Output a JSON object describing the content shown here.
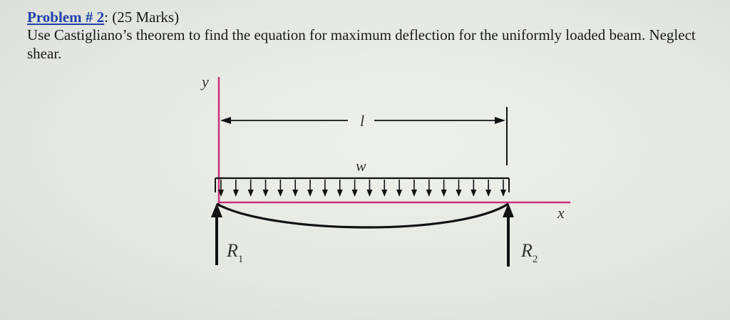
{
  "problem": {
    "label": "Problem # 2",
    "separator": ":",
    "marks": " (25 Marks)",
    "text": "Use Castigliano’s theorem to find the equation for maximum deflection for the uniformly loaded beam. Neglect shear."
  },
  "diagram": {
    "y_axis_label": "y",
    "x_axis_label": "x",
    "length_label": "l",
    "load_label": "w",
    "reaction_left": "R",
    "reaction_left_sub": "1",
    "reaction_right": "R",
    "reaction_right_sub": "2",
    "accent_color": "#c8337a",
    "line_color": "#111111"
  }
}
